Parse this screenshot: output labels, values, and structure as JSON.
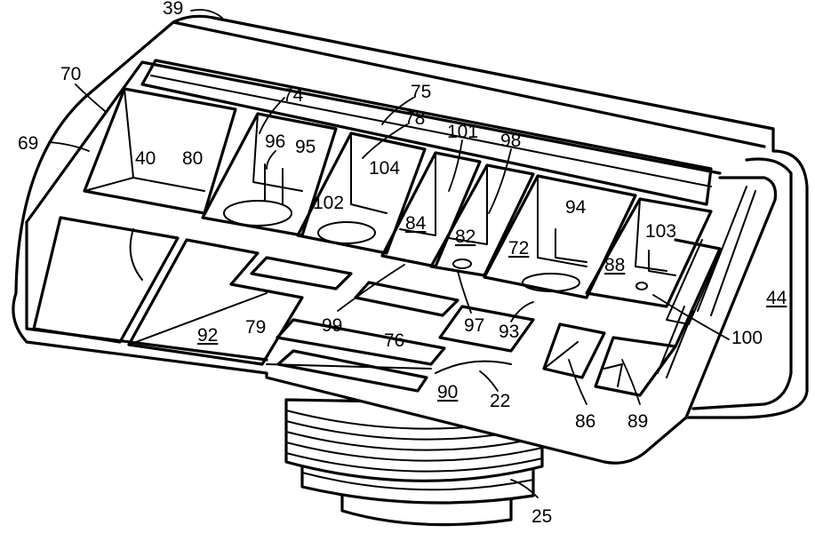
{
  "labels": {
    "l39": "39",
    "l70": "70",
    "l69": "69",
    "l75": "75",
    "l74": "74",
    "l78": "78",
    "l101": "101",
    "l98": "98",
    "l96": "96",
    "l95": "95",
    "l40": "40",
    "l80": "80",
    "l104": "104",
    "l102": "102",
    "l84": "84",
    "l82": "82",
    "l72": "72",
    "l94": "94",
    "l103": "103",
    "l88": "88",
    "l44": "44",
    "l92": "92",
    "l79": "79",
    "l99": "99",
    "l76": "76",
    "l97": "97",
    "l93": "93",
    "l100": "100",
    "l90": "90",
    "l22": "22",
    "l86": "86",
    "l89": "89",
    "l25": "25"
  }
}
